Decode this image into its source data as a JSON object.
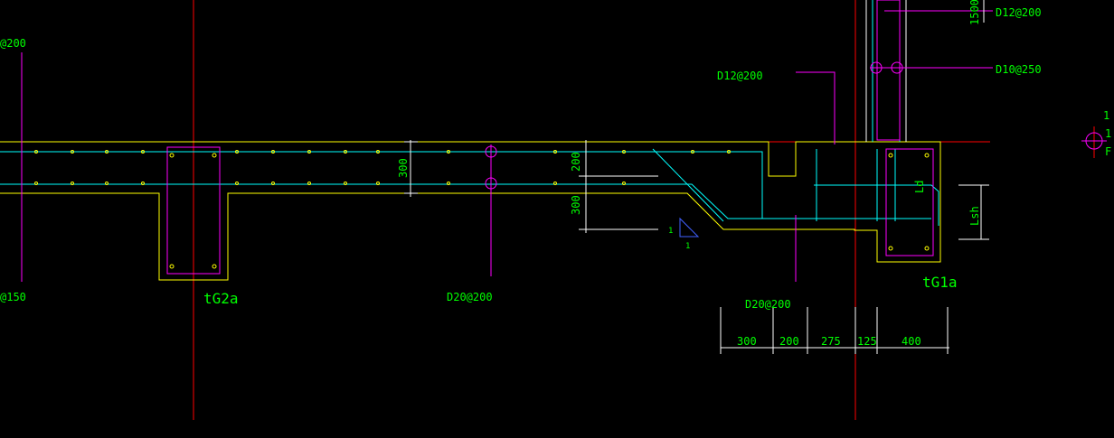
{
  "colors": {
    "background": "#000000",
    "outline": "#ffff00",
    "rebar": "#00ffff",
    "leader": "#ff00ff",
    "axis": "#ff0000",
    "text": "#00ff00",
    "dimension": "#ffffff",
    "marker": "#0000ff"
  },
  "labels": {
    "d12_200_top_left": "@200",
    "d12_200_mid": "D12@200",
    "d12_200_top_right": "D12@200",
    "d10_250": "D10@250",
    "left_150": "@150",
    "d20_200_mid": "D20@200",
    "d20_200_right": "D20@200",
    "beam_left": "tG2a",
    "beam_right": "tG1a",
    "axis_partial_a": "1",
    "axis_partial_b": "1:",
    "axis_partial_c": "F",
    "anchor_ld": "Ld",
    "anchor_lsh": "Lsh",
    "slope_one": "1",
    "slope_two": "1"
  },
  "dimensions": {
    "top_right": "1500",
    "depth_left": "300",
    "depth_upper": "200",
    "depth_lower": "300",
    "bottom_chain": [
      "300",
      "200",
      "275",
      "125",
      "400"
    ]
  }
}
